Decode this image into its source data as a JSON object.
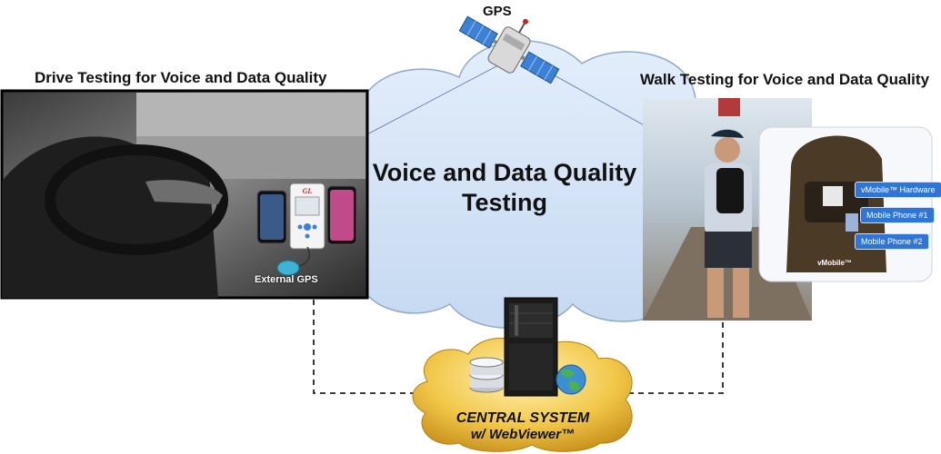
{
  "title": "Voice and Data Quality Testing",
  "gps_label": "GPS",
  "drive": {
    "heading": "Drive Testing for Voice and Data Quality",
    "external_gps_label": "External GPS"
  },
  "walk": {
    "heading": "Walk Testing for Voice and Data Quality",
    "callouts": [
      "vMobile™ Hardware",
      "Mobile Phone #1",
      "Mobile Phone #2"
    ]
  },
  "central": {
    "line1": "CENTRAL SYSTEM",
    "line2": "w/ WebViewer™"
  },
  "colors": {
    "cloud_fill": "#cfe0f5",
    "cloud_stroke": "#8fa9c8",
    "central_cloud": "#f0c64a",
    "callout": "#2e75d4"
  }
}
